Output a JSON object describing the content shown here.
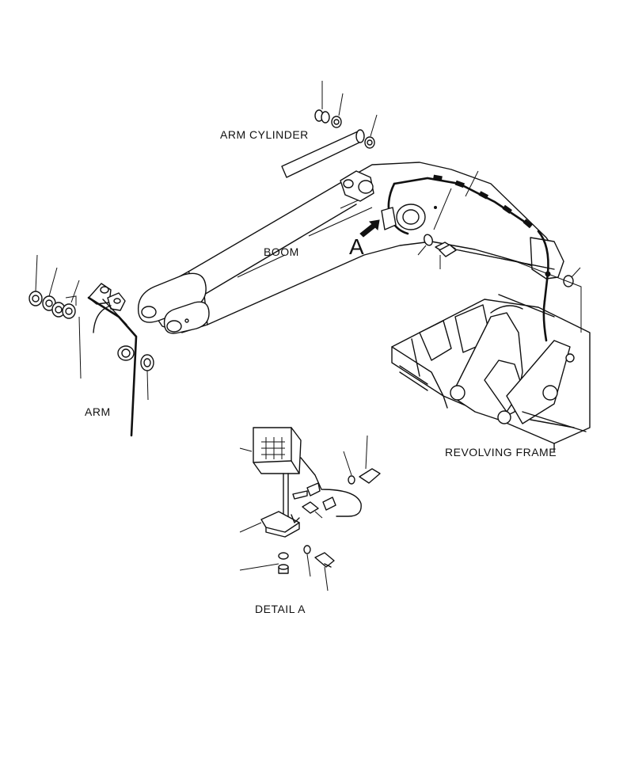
{
  "labels": {
    "arm_cylinder": "ARM CYLINDER",
    "boom": "BOOM",
    "arm": "ARM",
    "revolving_frame": "REVOLVING FRAME",
    "detail_a": "DETAIL A",
    "detail_marker": "A"
  }
}
